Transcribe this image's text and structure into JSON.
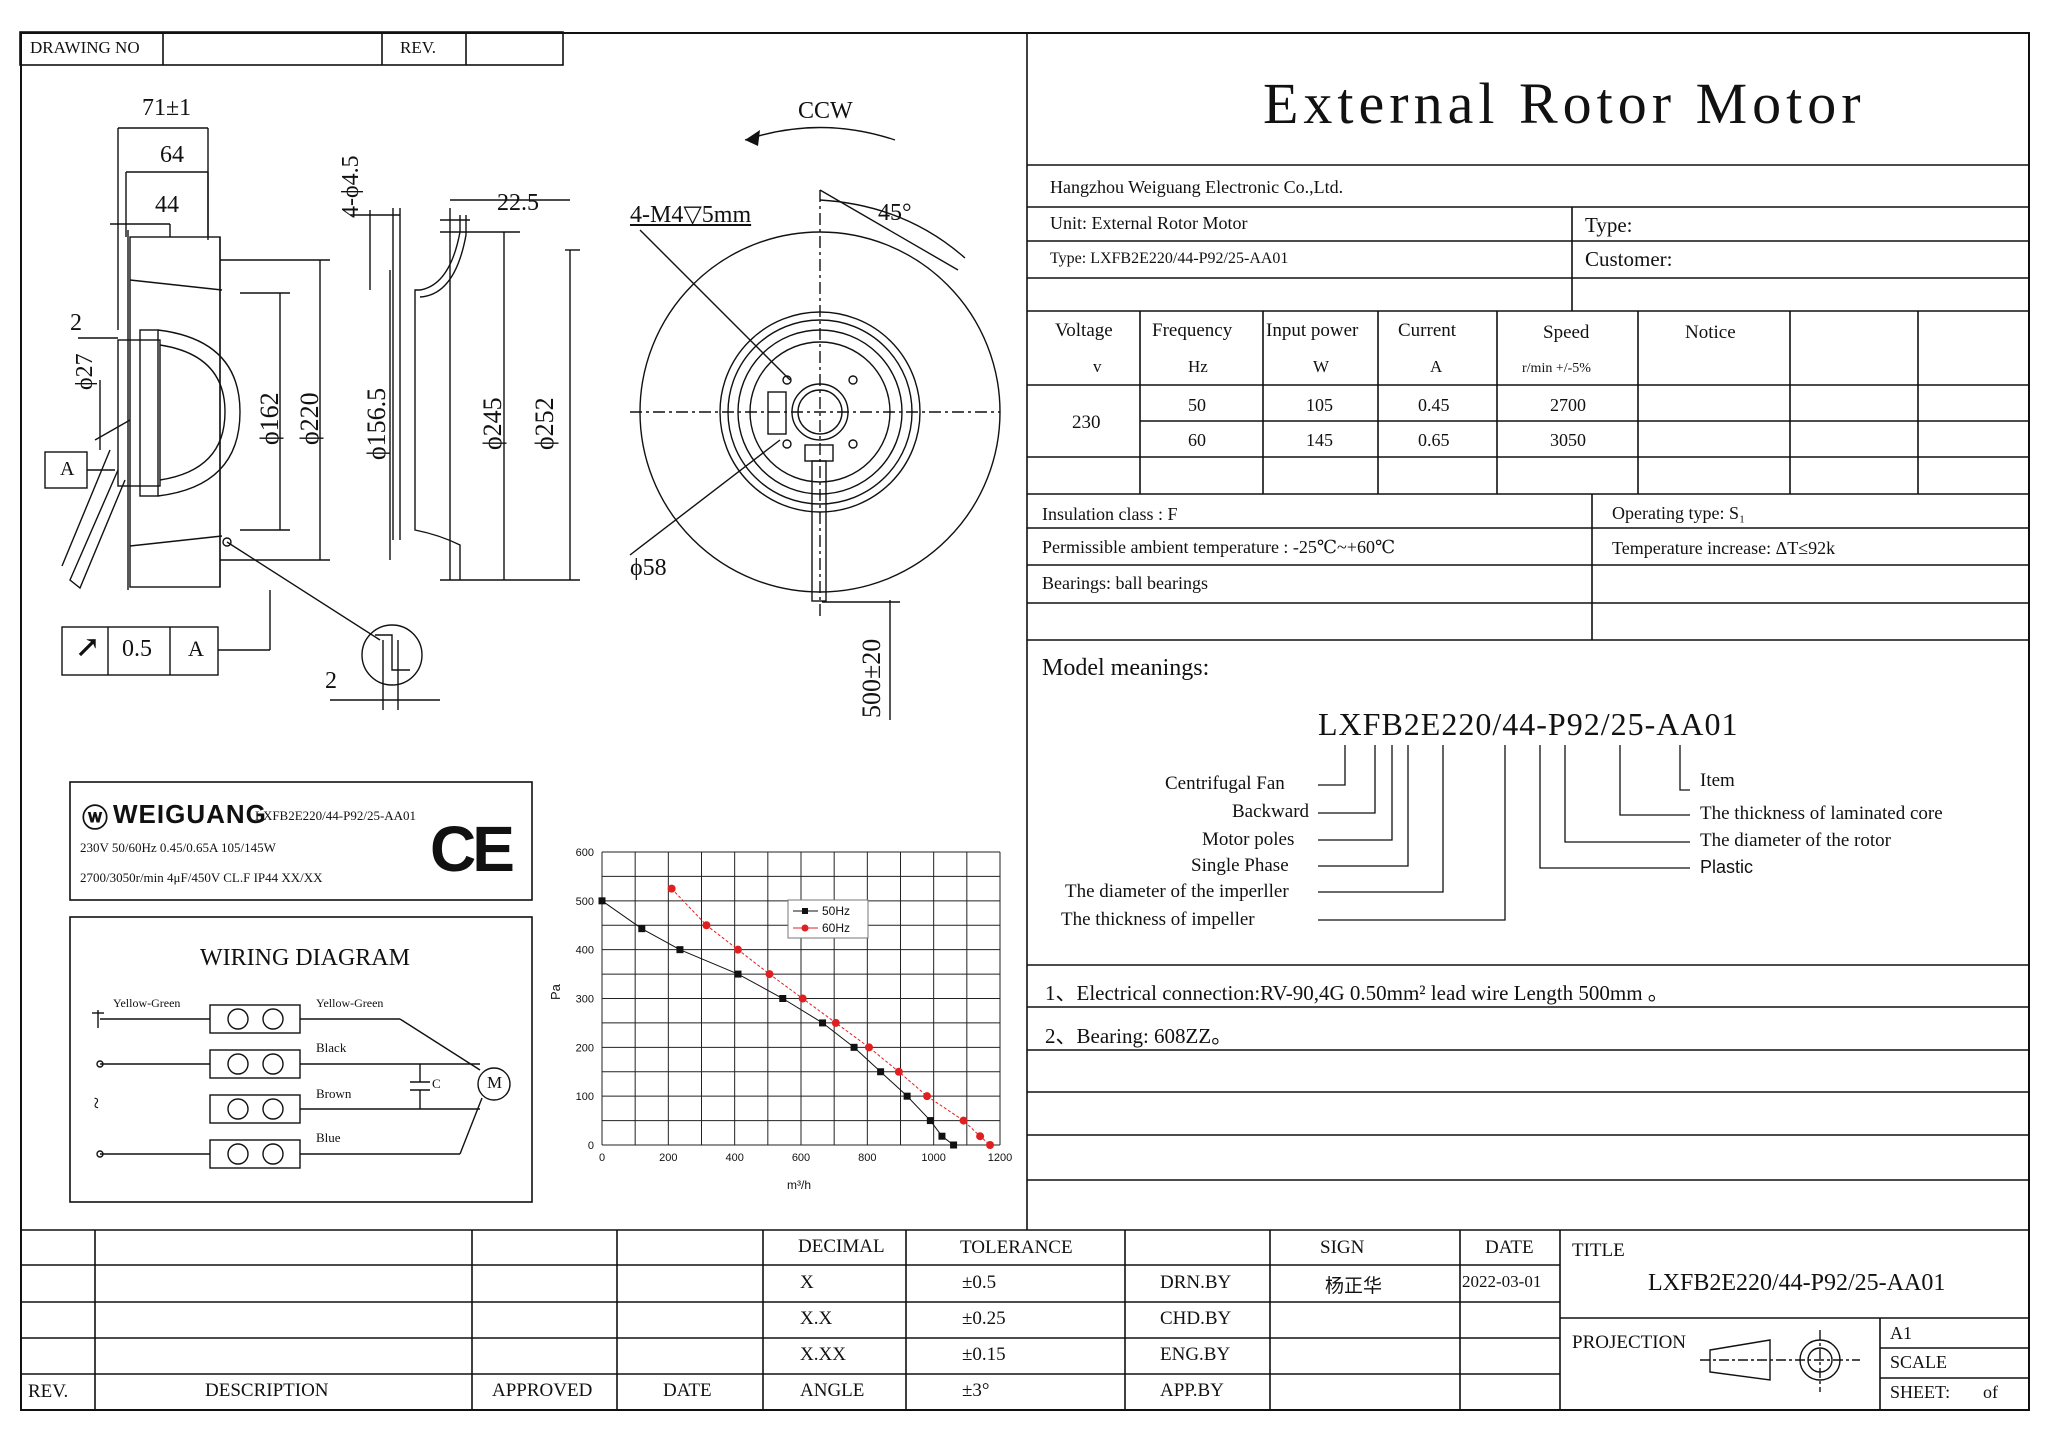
{
  "header": {
    "drawing_no_label": "DRAWING NO",
    "rev_label": "REV."
  },
  "title": "External Rotor Motor",
  "company": "Hangzhou Weiguang Electronic Co.,Ltd.",
  "unit": "Unit: External Rotor Motor",
  "type_row": "Type: LXFB2E220/44-P92/25-AA01",
  "type_label": "Type:",
  "customer_label": "Customer:",
  "spec": {
    "headers": [
      {
        "top": "Voltage",
        "unit": "v"
      },
      {
        "top": "Frequency",
        "unit": "Hz"
      },
      {
        "top": "Input power",
        "unit": "W"
      },
      {
        "top": "Current",
        "unit": "A"
      },
      {
        "top": "Speed",
        "unit": "r/min +/-5%"
      },
      {
        "top": "Notice",
        "unit": ""
      }
    ],
    "voltage": "230",
    "rows": [
      {
        "freq": "50",
        "power": "105",
        "current": "0.45",
        "speed": "2700"
      },
      {
        "freq": "60",
        "power": "145",
        "current": "0.65",
        "speed": "3050"
      }
    ]
  },
  "props": {
    "insulation": "Insulation class : F",
    "ambient": "Permissible ambient temperature : -25℃~+60℃",
    "bearings": "Bearings: ball bearings",
    "operating": "Operating type: S₁",
    "temp_increase": "Temperature increase:   ΔT≤92k"
  },
  "model": {
    "heading": "Model meanings:",
    "code": "LXFB2E220/44-P92/25-AA01",
    "left_labels": [
      "Centrifugal Fan",
      "Backward",
      "Motor poles",
      "Single Phase",
      "The diameter of the imperller",
      "The thickness of impeller"
    ],
    "right_labels": [
      "Item",
      "The thickness of laminated core",
      "The diameter of the rotor",
      "Plastic"
    ]
  },
  "notes": [
    "1、Electrical connection:RV-90,4G 0.50mm² lead wire Length 500mm 。",
    "2、Bearing: 608ZZ。"
  ],
  "dims": {
    "d71": "71±1",
    "d64": "64",
    "d44": "44",
    "d2a": "2",
    "d27": "ϕ27",
    "d162": "ϕ162",
    "d220": "ϕ220",
    "d4_5": "4-ϕ4.5",
    "d22_5": "22.5",
    "d156_5": "ϕ156.5",
    "d245": "ϕ245",
    "d252": "ϕ252",
    "ccw": "CCW",
    "m4": "4-M4▽5mm",
    "deg45": "45°",
    "d58": "ϕ58",
    "lead": "500±20",
    "datum": "A",
    "runout_val": "0.5",
    "runout_ref": "A",
    "d2b": "2"
  },
  "nameplate": {
    "brand": "WEIGUANG",
    "model": "LXFB2E220/44-P92/25-AA01",
    "line1": "230V 50/60Hz  0.45/0.65A   105/145W",
    "line2": "2700/3050r/min  4μF/450V  CL.F  IP44  XX/XX",
    "ce": "CE"
  },
  "wiring": {
    "title": "WIRING DIAGRAM",
    "labels": [
      "Yellow-Green",
      "Yellow-Green",
      "Black",
      "Brown",
      "Blue"
    ],
    "cap": "C",
    "motor": "M",
    "ac": "~"
  },
  "chart_data": {
    "type": "line",
    "xlabel": "m³/h",
    "ylabel": "Pa",
    "xlim": [
      0,
      1200
    ],
    "ylim": [
      0,
      600
    ],
    "xticks": [
      0,
      200,
      400,
      600,
      800,
      1000,
      1200
    ],
    "yticks": [
      0,
      100,
      200,
      300,
      400,
      500,
      600
    ],
    "grid": true,
    "legend": "top-center",
    "series": [
      {
        "name": "50Hz",
        "color": "#111111",
        "marker": "square",
        "x": [
          0,
          120,
          235,
          410,
          545,
          665,
          760,
          840,
          920,
          990,
          1025,
          1060
        ],
        "y": [
          500,
          443,
          400,
          350,
          300,
          250,
          200,
          150,
          100,
          50,
          18,
          0
        ]
      },
      {
        "name": "60Hz",
        "color": "#e02020",
        "marker": "circle",
        "x": [
          210,
          315,
          410,
          505,
          605,
          705,
          805,
          895,
          980,
          1090,
          1140,
          1170
        ],
        "y": [
          525,
          450,
          400,
          350,
          300,
          250,
          200,
          150,
          100,
          50,
          18,
          0
        ]
      }
    ]
  },
  "titleblock": {
    "rev": "REV.",
    "description": "DESCRIPTION",
    "approved": "APPROVED",
    "date": "DATE",
    "decimal": "DECIMAL",
    "tolerance": "TOLERANCE",
    "tol_rows": [
      {
        "k": "X",
        "v": "±0.5",
        "role": "DRN.BY"
      },
      {
        "k": "X.X",
        "v": "±0.25",
        "role": "CHD.BY"
      },
      {
        "k": "X.XX",
        "v": "±0.15",
        "role": "ENG.BY"
      },
      {
        "k": "ANGLE",
        "v": "±3°",
        "role": "APP.BY"
      }
    ],
    "sign": "SIGN",
    "date2": "DATE",
    "signer": "杨正华",
    "sign_date": "2022-03-01",
    "title_label": "TITLE",
    "title_value": "LXFB2E220/44-P92/25-AA01",
    "projection": "PROJECTION",
    "size": "A1",
    "scale": "SCALE",
    "sheet": "SHEET:",
    "of": "of"
  }
}
